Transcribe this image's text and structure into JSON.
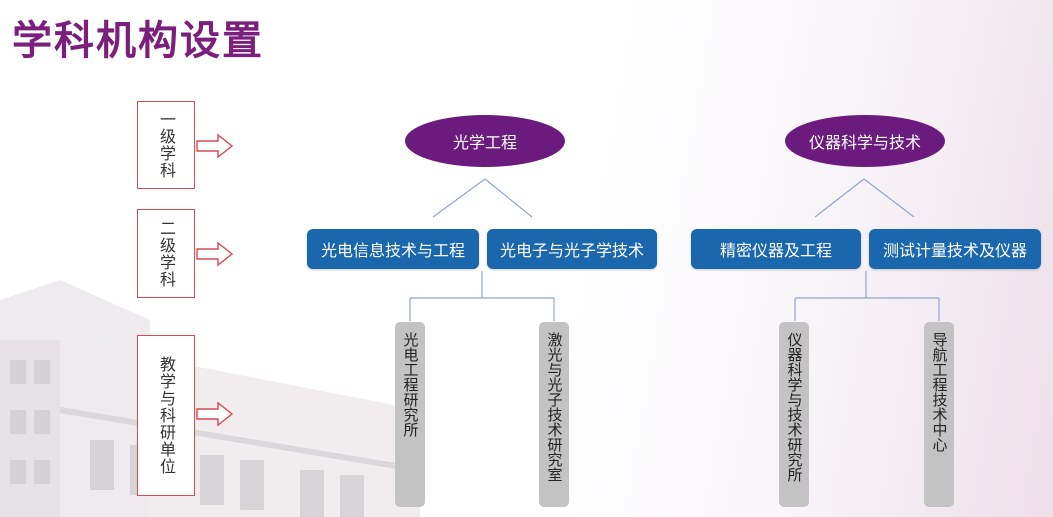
{
  "title": "学科机构设置",
  "levels": [
    "一级学科",
    "二级学科",
    "教学与科研单位"
  ],
  "primary": [
    "光学工程",
    "仪器科学与技术"
  ],
  "secondary": [
    "光电信息技术与工程",
    "光电子与光子学技术",
    "精密仪器及工程",
    "测试计量技术及仪器"
  ],
  "units": [
    "光电工程研究所",
    "激光与光子技术研究室",
    "仪器科学与技术研究所",
    "导航工程技术中心"
  ],
  "colors": {
    "title": "#7a1f7c",
    "primary_fill": "#6a1b7d",
    "secondary_fill": "#1a67ad",
    "unit_fill": "#c3c3c3",
    "level_border": "#d94a52",
    "connector": "#8ea6cf"
  }
}
